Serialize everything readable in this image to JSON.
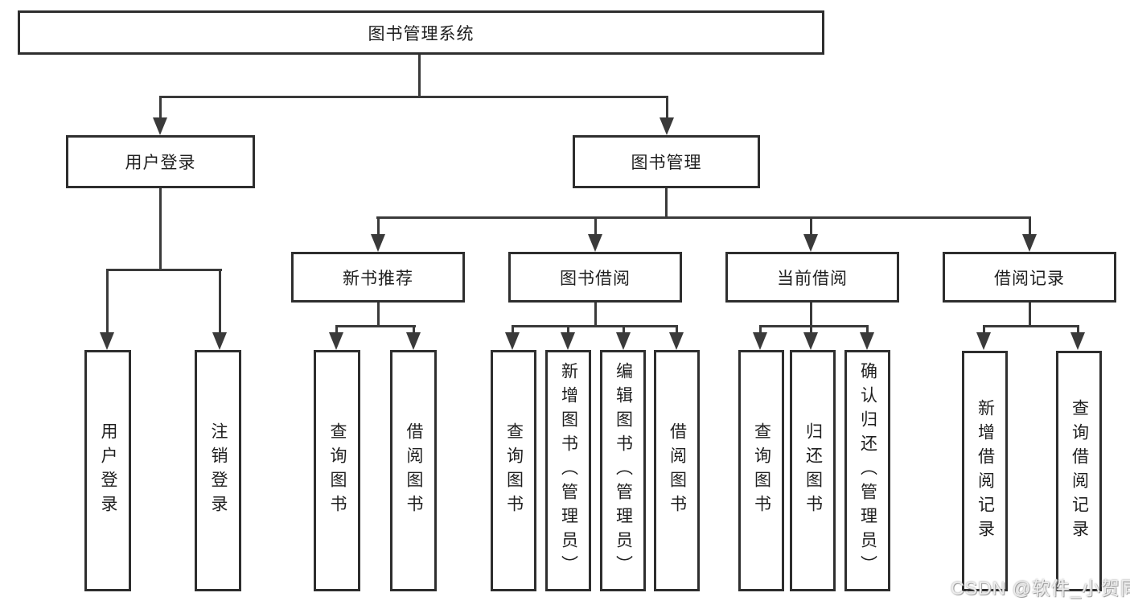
{
  "title": "图书管理系统",
  "tree": {
    "label": "图书管理系统",
    "children": [
      {
        "label": "用户登录",
        "children": [
          {
            "label": "用户登录"
          },
          {
            "label": "注销登录"
          }
        ]
      },
      {
        "label": "图书管理",
        "children": [
          {
            "label": "新书推荐",
            "children": [
              {
                "label": "查询图书"
              },
              {
                "label": "借阅图书"
              }
            ]
          },
          {
            "label": "图书借阅",
            "children": [
              {
                "label": "查询图书"
              },
              {
                "label": "新增图书（管理员）"
              },
              {
                "label": "编辑图书（管理员）"
              },
              {
                "label": "借阅图书"
              }
            ]
          },
          {
            "label": "当前借阅",
            "children": [
              {
                "label": "查询图书"
              },
              {
                "label": "归还图书"
              },
              {
                "label": "确认归还（管理员）"
              }
            ]
          },
          {
            "label": "借阅记录",
            "children": [
              {
                "label": "新增借阅记录"
              },
              {
                "label": "查询借阅记录"
              }
            ]
          }
        ]
      }
    ]
  },
  "watermark": "CSDN @软件_小贺同学",
  "colors": {
    "line": "#3a3a3a",
    "border": "#2e2e2e",
    "text": "#1f1f1f",
    "bg": "#ffffff",
    "watermark": "#ededed"
  }
}
